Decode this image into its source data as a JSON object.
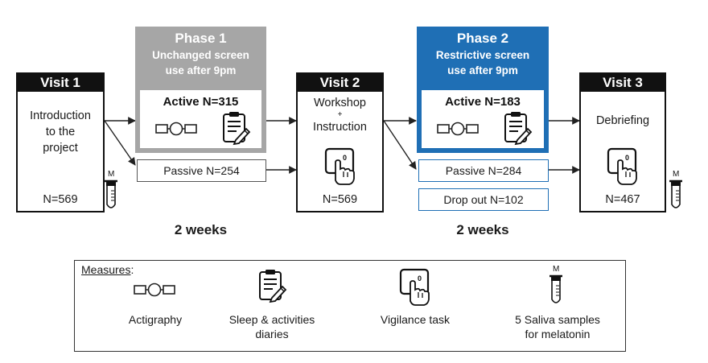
{
  "visits": {
    "visit1": {
      "title": "Visit 1",
      "text": [
        "Introduction",
        "to the",
        "project"
      ],
      "n": "N=569"
    },
    "visit2": {
      "title": "Visit 2",
      "text": [
        "Workshop",
        "+",
        "Instruction"
      ],
      "n": "N=569"
    },
    "visit3": {
      "title": "Visit 3",
      "text": [
        "Debriefing"
      ],
      "n": "N=467"
    }
  },
  "phase1": {
    "title": "Phase 1",
    "subtitle_line1": "Unchanged screen",
    "subtitle_line2": "use after 9pm",
    "active": "Active  N=315",
    "passive": "Passive N=254",
    "color": "#a6a6a6"
  },
  "phase2": {
    "title": "Phase 2",
    "subtitle_line1": "Restrictive screen",
    "subtitle_line2": "use after 9pm",
    "active": "Active  N=183",
    "passive": "Passive N=284",
    "dropout": "Drop out N=102",
    "color": "#1f6fb5"
  },
  "durations": {
    "phase1": "2 weeks",
    "phase2": "2 weeks"
  },
  "saliva_letter": "M",
  "legend": {
    "title": "Measures",
    "title_suffix": ":",
    "items": [
      {
        "icon": "actigraphy-icon",
        "label_line1": "Actigraphy",
        "label_line2": ""
      },
      {
        "icon": "diary-icon",
        "label_line1": "Sleep & activities",
        "label_line2": "diaries"
      },
      {
        "icon": "vigilance-task-icon",
        "label_line1": "Vigilance task",
        "label_line2": ""
      },
      {
        "icon": "saliva-tube-icon",
        "label_line1": "5 Saliva samples",
        "label_line2": "for melatonin"
      }
    ]
  }
}
